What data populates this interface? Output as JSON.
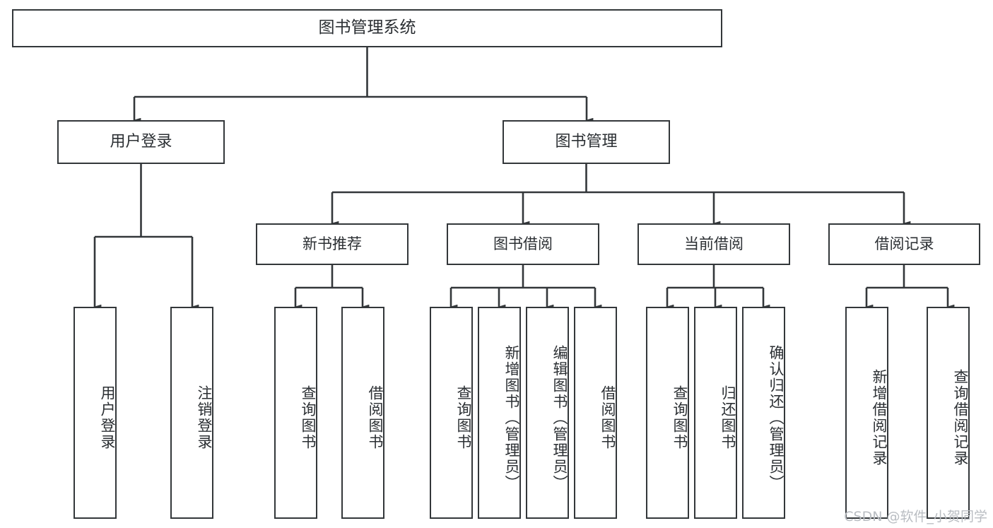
{
  "diagram": {
    "title": "图书管理系统",
    "type": "tree-structure-chart",
    "line_color": "#33373a",
    "box_fill": "#ffffff",
    "text_color": "#2b2f33"
  },
  "root": {
    "label": "图书管理系统"
  },
  "level1": [
    {
      "label": "用户登录"
    },
    {
      "label": "图书管理"
    }
  ],
  "level2": [
    {
      "label": "新书推荐"
    },
    {
      "label": "图书借阅"
    },
    {
      "label": "当前借阅"
    },
    {
      "label": "借阅记录"
    }
  ],
  "leaves": {
    "user_login": [
      {
        "label": "用户登录"
      },
      {
        "label": "注销登录"
      }
    ],
    "new_book": [
      {
        "label": "查询图书"
      },
      {
        "label": "借阅图书"
      }
    ],
    "book_borrow": [
      {
        "label": "查询图书"
      },
      {
        "label": "新增图书（管理员）"
      },
      {
        "label": "编辑图书（管理员）"
      },
      {
        "label": "借阅图书"
      }
    ],
    "current_borrow": [
      {
        "label": "查询图书"
      },
      {
        "label": "归还图书"
      },
      {
        "label": "确认归还（管理员）"
      }
    ],
    "borrow_record": [
      {
        "label": "新增借阅记录"
      },
      {
        "label": "查询借阅记录"
      }
    ]
  },
  "watermark": {
    "text": "CSDN @软件_小贺同学"
  }
}
